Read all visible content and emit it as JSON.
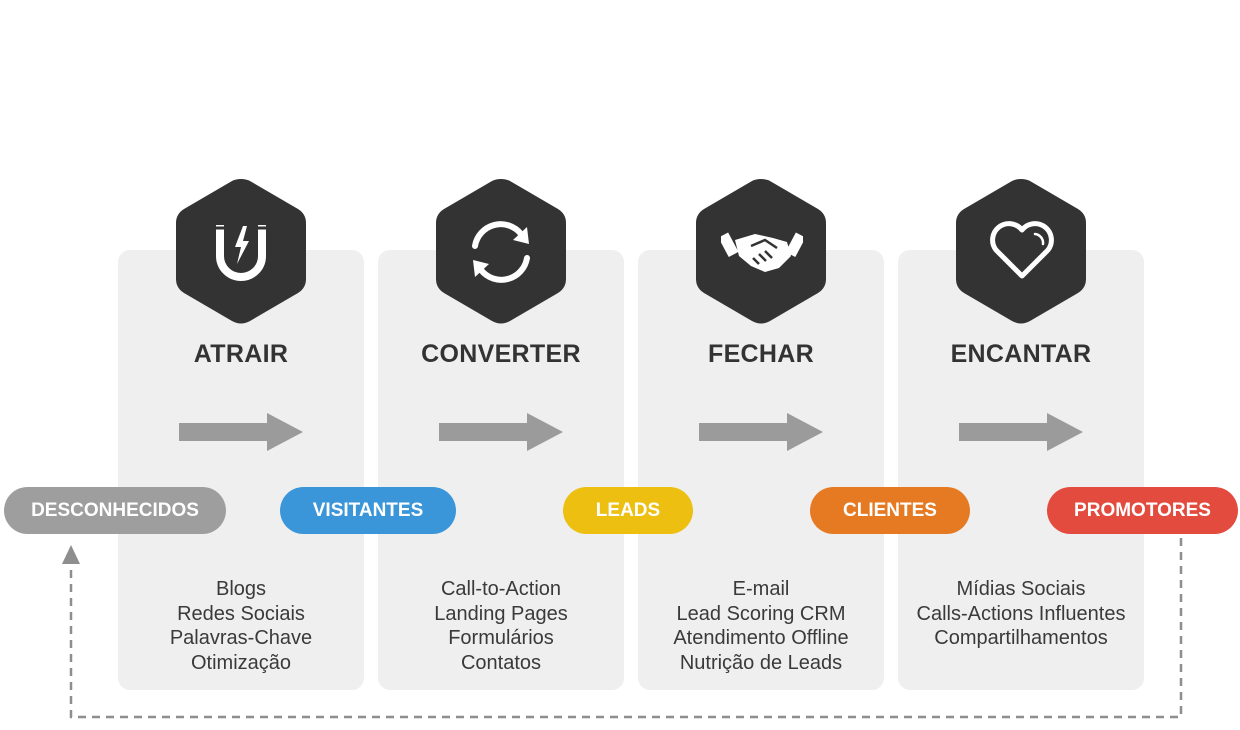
{
  "stages": [
    {
      "title": "ATRAIR",
      "icon": "magnet-icon",
      "items": [
        "Blogs",
        "Redes Sociais",
        "Palavras-Chave",
        "Otimização"
      ]
    },
    {
      "title": "CONVERTER",
      "icon": "refresh-icon",
      "items": [
        "Call-to-Action",
        "Landing Pages",
        "Formulários",
        "Contatos"
      ]
    },
    {
      "title": "FECHAR",
      "icon": "handshake-icon",
      "items": [
        "E-mail",
        "Lead Scoring CRM",
        "Atendimento Offline",
        "Nutrição de Leads"
      ]
    },
    {
      "title": "ENCANTAR",
      "icon": "heart-icon",
      "items": [
        "Mídias Sociais",
        "Calls-Actions Influentes",
        "Compartilhamentos"
      ]
    }
  ],
  "audiences": [
    {
      "label": "DESCONHECIDOS",
      "color": "#9e9e9e"
    },
    {
      "label": "VISITANTES",
      "color": "#3b95d9"
    },
    {
      "label": "LEADS",
      "color": "#ecbf11"
    },
    {
      "label": "CLIENTES",
      "color": "#e57a22"
    },
    {
      "label": "PROMOTORES",
      "color": "#e34b3e"
    }
  ],
  "colors": {
    "card_background": "#efefef",
    "hexagon": "#333333",
    "arrow": "#9b9b9b",
    "loop_line": "#8e8e8e"
  }
}
